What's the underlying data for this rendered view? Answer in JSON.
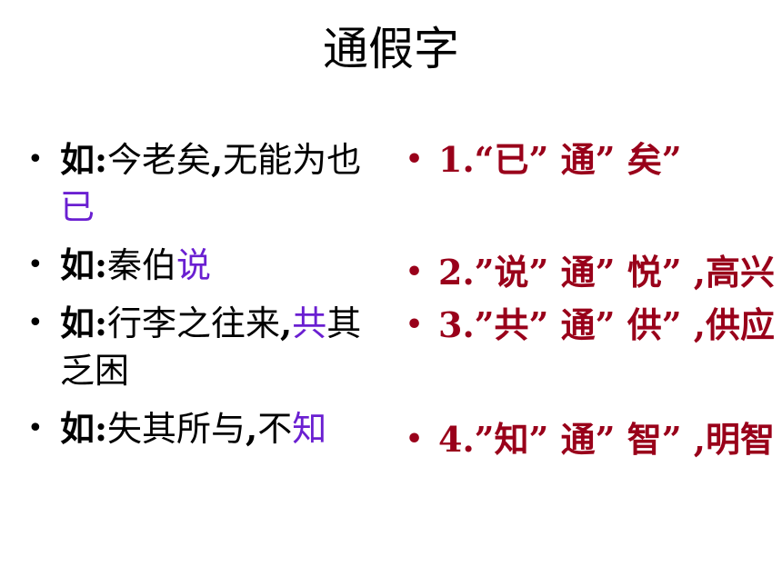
{
  "slide": {
    "title": "通假字",
    "bullet_glyph": "•"
  },
  "left_items": [
    {
      "prefix": "如:",
      "text": "今老矣",
      "comma": ",",
      "text2": "无能为也",
      "highlight": "已"
    },
    {
      "prefix": "如:",
      "text": "秦伯",
      "comma": "",
      "text2": "",
      "highlight": "说"
    },
    {
      "prefix": "如:",
      "text": "行李之往来",
      "comma": ",",
      "text2": "",
      "highlight": "共",
      "tail": "其乏困"
    },
    {
      "prefix": "如:",
      "text": "失其所与",
      "comma": ",",
      "text2": "不",
      "highlight": "知"
    }
  ],
  "right_items": [
    {
      "text": "1.“已” 通” 矣”"
    },
    {
      "text": "2.”说” 通” 悦” ,高兴"
    },
    {
      "text": "3.”共” 通” 供” ,供应"
    },
    {
      "text": "4.”知” 通” 智” ,明智"
    }
  ],
  "colors": {
    "highlight": "#6a1fd1",
    "answer": "#99001a",
    "text": "#000000"
  }
}
